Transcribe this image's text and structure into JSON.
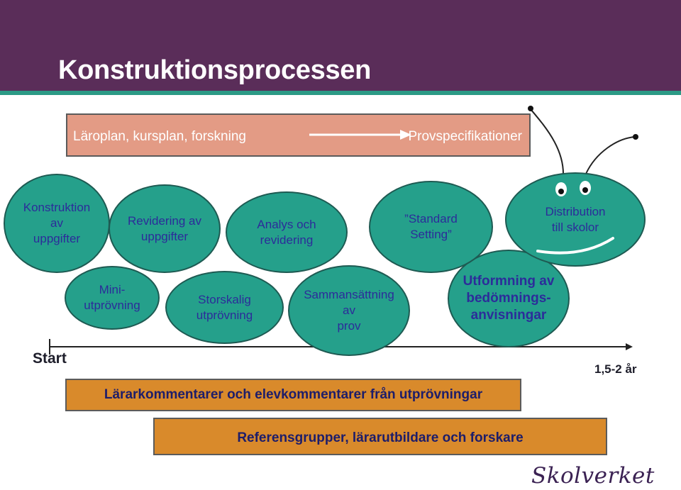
{
  "title": "Konstruktionsprocessen",
  "top_box": {
    "left": "Läroplan, kursplan, forskning",
    "right": "Provspecifikationer"
  },
  "upper_bubbles": [
    {
      "label": "Konstruktion\nav\nuppgifter"
    },
    {
      "label": "Revidering av\nuppgifter"
    },
    {
      "label": "Analys och\nrevidering"
    },
    {
      "label": "”Standard\nSetting”"
    },
    {
      "label": "Distribution\ntill skolor"
    }
  ],
  "lower_bubbles": [
    {
      "label": "Mini-\nutprövning"
    },
    {
      "label": "Storskalig\nutprövning"
    },
    {
      "label": "Sammansättning\nav\nprov"
    },
    {
      "label": "Utformning av\nbedömnings-\nanvisningar"
    }
  ],
  "timeline": {
    "start": "Start",
    "end": "1,5-2 år"
  },
  "bars": [
    {
      "label": "Lärarkommentarer och elevkommentarer från utprövningar"
    },
    {
      "label": "Referensgrupper, lärarutbildare och forskare"
    }
  ],
  "logo": "Skolverket",
  "colors": {
    "header": "#5a2d59",
    "bubble": "#25a08b",
    "top_box": "#e39b85",
    "bars": "#d98a2b",
    "text_blue": "#2c2c9a"
  }
}
